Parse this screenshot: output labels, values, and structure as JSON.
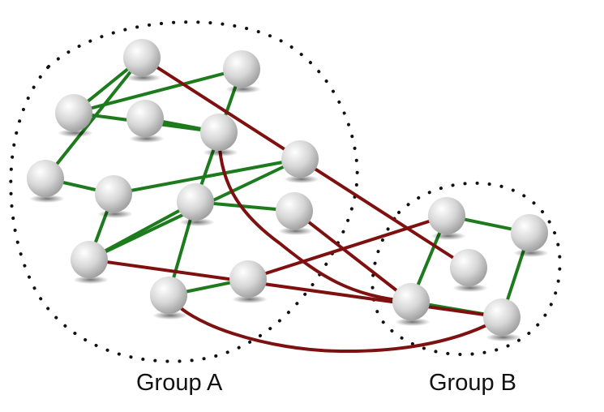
{
  "groups": [
    {
      "id": "A",
      "label": "Group A"
    },
    {
      "id": "B",
      "label": "Group B"
    }
  ],
  "colors": {
    "intra_edge": "#1d7a1d",
    "inter_edge": "#7f1010",
    "node_light": "#ffffff",
    "node_dark": "#9e9e9e",
    "boundary": "#111111"
  },
  "nodes": [
    {
      "id": "n1",
      "group": "A"
    },
    {
      "id": "n2",
      "group": "A"
    },
    {
      "id": "n3",
      "group": "A"
    },
    {
      "id": "n4",
      "group": "A"
    },
    {
      "id": "n5",
      "group": "A"
    },
    {
      "id": "n6",
      "group": "A"
    },
    {
      "id": "n7",
      "group": "A"
    },
    {
      "id": "n8",
      "group": "A"
    },
    {
      "id": "n9",
      "group": "A"
    },
    {
      "id": "n10",
      "group": "A"
    },
    {
      "id": "n11",
      "group": "A"
    },
    {
      "id": "n12",
      "group": "A"
    },
    {
      "id": "n13",
      "group": "A"
    },
    {
      "id": "n14",
      "group": "B"
    },
    {
      "id": "n15",
      "group": "B"
    },
    {
      "id": "n16",
      "group": "B"
    },
    {
      "id": "n17",
      "group": "B"
    },
    {
      "id": "n18",
      "group": "B"
    }
  ],
  "edges": [
    {
      "from": "n1",
      "to": "n2",
      "type": "intra"
    },
    {
      "from": "n1",
      "to": "n3",
      "type": "intra"
    },
    {
      "from": "n1",
      "to": "n5",
      "type": "intra"
    },
    {
      "from": "n4",
      "to": "n5",
      "type": "intra"
    },
    {
      "from": "n3",
      "to": "n9",
      "type": "intra"
    },
    {
      "from": "n2",
      "to": "n6",
      "type": "intra"
    },
    {
      "from": "n6",
      "to": "n7",
      "type": "intra"
    },
    {
      "from": "n7",
      "to": "n8",
      "type": "intra"
    },
    {
      "from": "n7",
      "to": "n10",
      "type": "intra"
    },
    {
      "from": "n8",
      "to": "n10",
      "type": "intra"
    },
    {
      "from": "n8",
      "to": "n9",
      "type": "intra"
    },
    {
      "from": "n9",
      "to": "n11",
      "type": "intra"
    },
    {
      "from": "n9",
      "to": "n13",
      "type": "intra"
    },
    {
      "from": "n13",
      "to": "n12",
      "type": "intra"
    },
    {
      "from": "n14",
      "to": "n15",
      "type": "intra"
    },
    {
      "from": "n14",
      "to": "n17",
      "type": "intra"
    },
    {
      "from": "n15",
      "to": "n18",
      "type": "intra"
    },
    {
      "from": "n17",
      "to": "n18",
      "type": "intra"
    },
    {
      "from": "n2",
      "to": "n16",
      "type": "inter"
    },
    {
      "from": "n11",
      "to": "n17",
      "type": "inter"
    },
    {
      "from": "n5",
      "to": "n17",
      "type": "inter"
    },
    {
      "from": "n12",
      "to": "n14",
      "type": "inter"
    },
    {
      "from": "n13",
      "to": "n18",
      "type": "inter"
    },
    {
      "from": "n8",
      "to": "n18",
      "type": "inter"
    }
  ]
}
